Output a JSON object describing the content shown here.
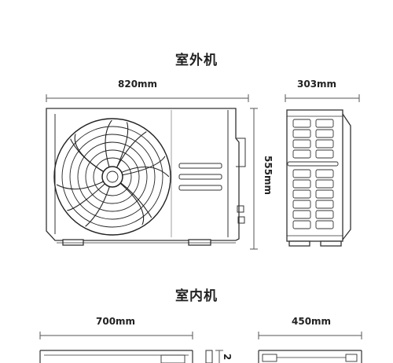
{
  "outdoor": {
    "title": "室外机",
    "width_label": "820mm",
    "depth_label": "303mm",
    "height_label": "555mm"
  },
  "indoor": {
    "title": "室内机",
    "width_label": "700mm",
    "depth_label": "450mm",
    "height_label_partial": "2"
  }
}
